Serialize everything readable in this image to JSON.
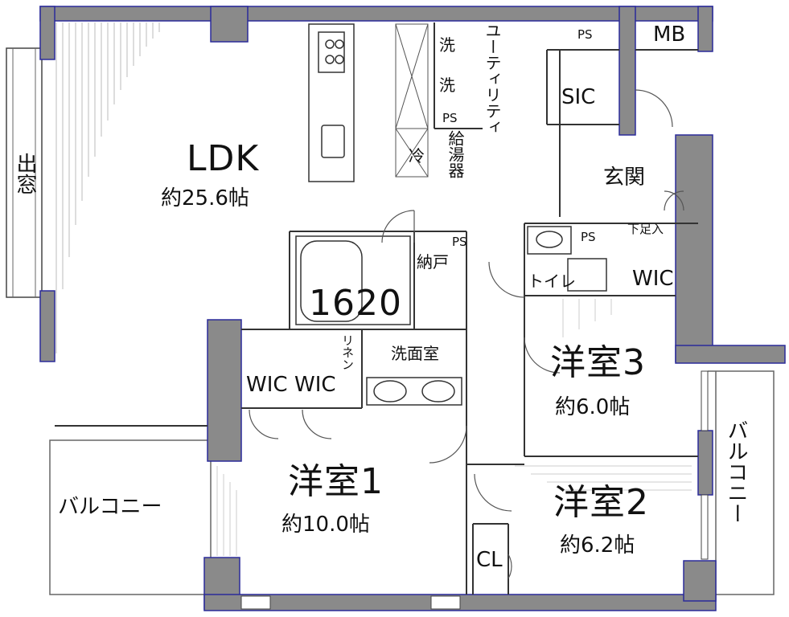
{
  "floorplan": {
    "rooms": {
      "ldk": {
        "name": "LDK",
        "size": "約25.6帖"
      },
      "room1": {
        "name": "洋室1",
        "size": "約10.0帖"
      },
      "room2": {
        "name": "洋室2",
        "size": "約6.2帖"
      },
      "room3": {
        "name": "洋室3",
        "size": "約6.0帖"
      },
      "entrance": "玄関",
      "washroom": "洗面室",
      "toilet": "トイレ",
      "storage": "納戸",
      "utility": "ユーティリティ",
      "bay_window": "出窓",
      "balcony_left": "バルコニー",
      "balcony_right": "バルコニー"
    },
    "closets": {
      "sic": "SIC",
      "mb": "MB",
      "wic_1": "WIC",
      "wic_2": "WIC",
      "wic_3": "WIC",
      "cl": "CL",
      "shoe_box": "下足入",
      "linen": "リネン"
    },
    "ps_labels": [
      "PS",
      "PS",
      "PS",
      "PS"
    ],
    "fixtures": {
      "washer_1": "洗",
      "washer_2": "洗",
      "fridge": "冷",
      "water_heater": "給湯器"
    },
    "bath_size": "1620"
  }
}
